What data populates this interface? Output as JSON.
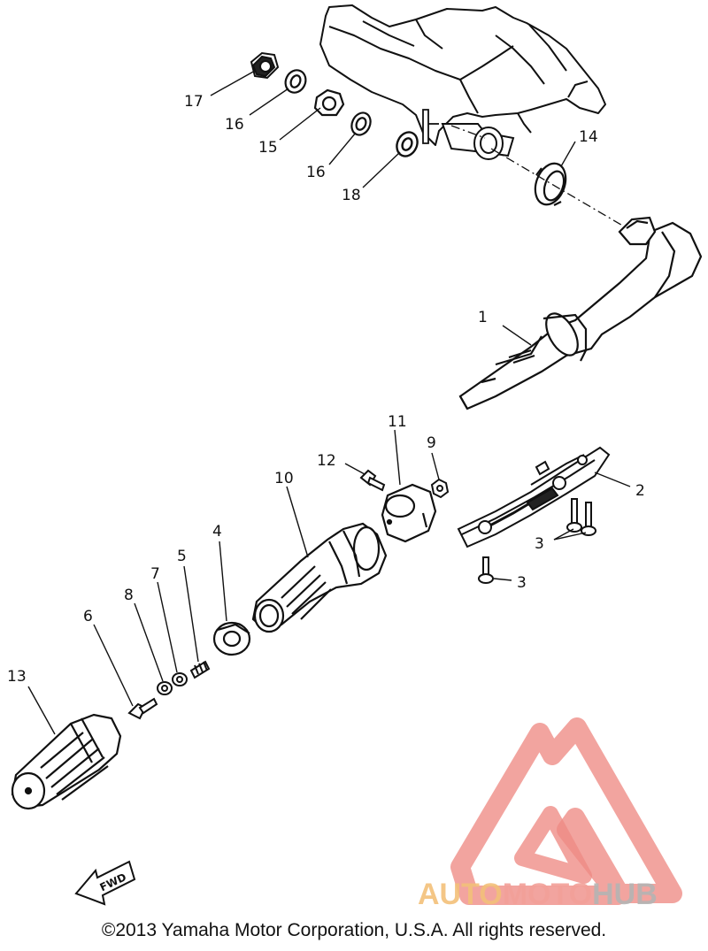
{
  "labels": {
    "p1": "1",
    "p2": "2",
    "p3a": "3",
    "p3b": "3",
    "p4": "4",
    "p5": "5",
    "p6": "6",
    "p7": "7",
    "p8": "8",
    "p9": "9",
    "p10": "10",
    "p11": "11",
    "p12": "12",
    "p13": "13",
    "p14": "14",
    "p15": "15",
    "p16a": "16",
    "p16b": "16",
    "p17": "17",
    "p18": "18"
  },
  "fwd_label": "FWD",
  "watermark": {
    "auto": "AUTO",
    "moto": "MOTO",
    "hub": "HUB",
    "colors": {
      "auto": "#f3c07a",
      "moto": "#f2a099",
      "hub": "#b4b4b4",
      "triangle": "#ee8a84"
    }
  },
  "copyright": "©2013 Yamaha Motor Corporation, U.S.A. All rights reserved."
}
